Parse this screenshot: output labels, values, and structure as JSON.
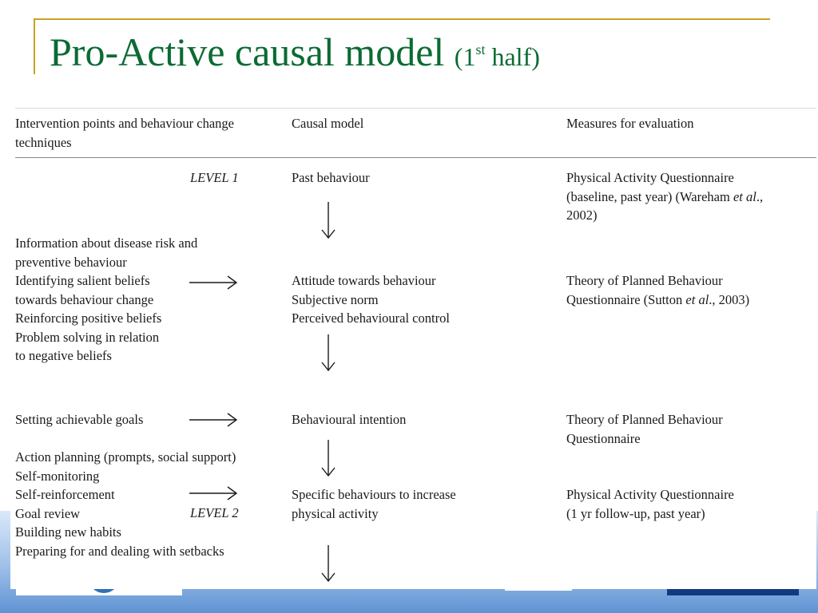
{
  "slide": {
    "title": "Pro-Active causal model",
    "subtitle_open": "(1",
    "subtitle_sup": "st",
    "subtitle_close": " half)"
  },
  "table": {
    "headers": {
      "interventions": [
        "Intervention points and behaviour change",
        "techniques"
      ],
      "causal_model": "Causal model",
      "measures": "Measures for evaluation"
    },
    "level1": "LEVEL 1",
    "level2": "LEVEL 2",
    "interventions_group1": [
      "Information about disease risk and",
      "preventive behaviour",
      "Identifying salient beliefs",
      "towards behaviour change",
      "Reinforcing positive beliefs",
      "Problem solving in relation",
      "to negative beliefs"
    ],
    "interventions_group2": [
      "Setting achievable goals"
    ],
    "interventions_group3": [
      "Action planning (prompts, social support)",
      "Self-monitoring",
      "Self-reinforcement",
      "Goal review",
      "Building new habits",
      "Preparing for and dealing with setbacks"
    ],
    "causal": {
      "past_behaviour": "Past behaviour",
      "tpb_constructs": [
        "Attitude towards behaviour",
        "Subjective norm",
        "Perceived behavioural control"
      ],
      "intention": "Behavioural intention",
      "specific_behaviours": [
        "Specific behaviours to increase",
        "physical activity"
      ]
    },
    "measures": {
      "paq_baseline": {
        "line1": "Physical Activity Questionnaire",
        "line2_pre": "(baseline, past year) (Wareham ",
        "line2_ital": "et al",
        "line2_post": ".,",
        "line3": "2002)"
      },
      "tpb_q_sutton": {
        "line1": "Theory of Planned Behaviour",
        "line2_pre": "Questionnaire (Sutton ",
        "line2_ital": "et al",
        "line2_post": "., 2003)"
      },
      "tpb_q": [
        "Theory of Planned Behaviour",
        "Questionnaire"
      ],
      "paq_followup": [
        "Physical Activity Questionnaire",
        "(1 yr follow-up, past year)"
      ]
    }
  }
}
